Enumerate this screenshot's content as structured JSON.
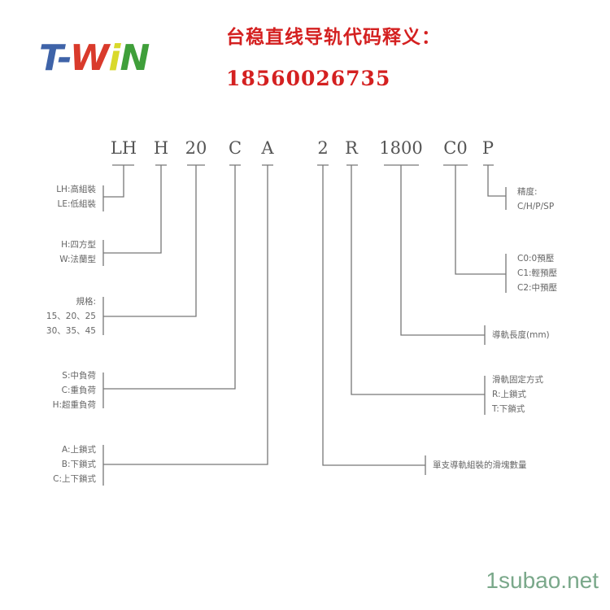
{
  "logo": {
    "text": "T-WiN",
    "parts": [
      {
        "t": "T-",
        "color": "#3e63a8"
      },
      {
        "t": "W",
        "color": "#d93a2b"
      },
      {
        "t": "i",
        "color": "#d9d92b"
      },
      {
        "t": "N",
        "color": "#3f9f3a"
      }
    ]
  },
  "header": {
    "title": "台稳直线导轨代码释义：",
    "phone": "18560026735"
  },
  "codes": [
    "LH",
    "H",
    "20",
    "C",
    "A",
    "2",
    "R",
    "1800",
    "C0",
    "P"
  ],
  "labels": {
    "lh": [
      "LH:高組裝",
      "LE:低組裝"
    ],
    "h": [
      "H:四方型",
      "W:法蘭型"
    ],
    "size": [
      "規格:",
      "15、20、25",
      "30、35、45"
    ],
    "load": [
      "S:中負荷",
      "C:重負荷",
      "H:超重負荷"
    ],
    "mount": [
      "A:上鎖式",
      "B:下鎖式",
      "C:上下鎖式"
    ],
    "qty": [
      "單支導軌組裝的滑塊數量"
    ],
    "rail_fix": [
      "滑軌固定方式",
      "R:上鎖式",
      "T:下鎖式"
    ],
    "length": [
      "導軌長度(mm)"
    ],
    "preload": [
      "C0:0預壓",
      "C1:輕預壓",
      "C2:中預壓"
    ],
    "precision": [
      "精度:",
      "C/H/P/SP"
    ]
  },
  "watermark": "1subao.net"
}
